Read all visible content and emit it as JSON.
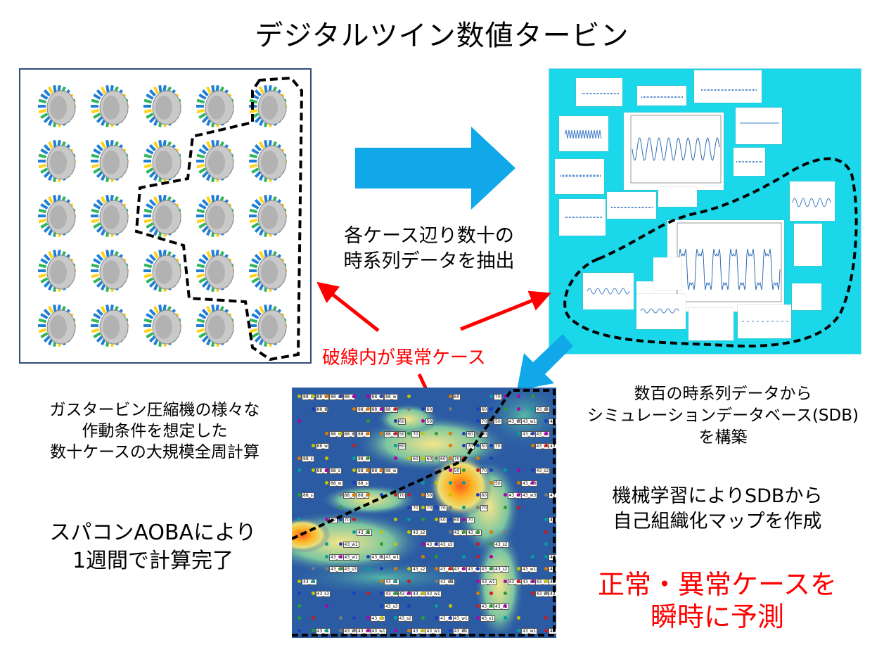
{
  "title": "デジタルツイン数値タービン",
  "left_caption": [
    "ガスタービン圧縮機の様々な",
    "作動条件を想定した",
    "数十ケースの大規模全周計算"
  ],
  "left_bottom": [
    "スパコンAOBAにより",
    "1週間で計算完了"
  ],
  "center_caption": [
    "各ケース辺り数十の",
    "時系列データを抽出"
  ],
  "abnormal_label": "破線内が異常ケース",
  "right_caption": [
    "数百の時系列データから",
    "シミュレーションデータベース(SDB)",
    "を構築"
  ],
  "right_ml": [
    "機械学習によりSDBから",
    "自己組織化マップを作成"
  ],
  "right_result": [
    "正常・異常ケースを",
    "瞬時に予測"
  ],
  "colors": {
    "arrow_blue": "#10a8e8",
    "panel_cyan": "#1bd7ea",
    "red": "#ff0000",
    "frame": "#2f4b7c"
  },
  "rotor_grid": {
    "rows": 5,
    "cols": 5
  },
  "som_tags": [
    "88_s",
    "70",
    "60",
    "50",
    "43_s1",
    "43_s2",
    "43_s3",
    "43_w1",
    "43_w2",
    "43_w3",
    "88_w"
  ]
}
